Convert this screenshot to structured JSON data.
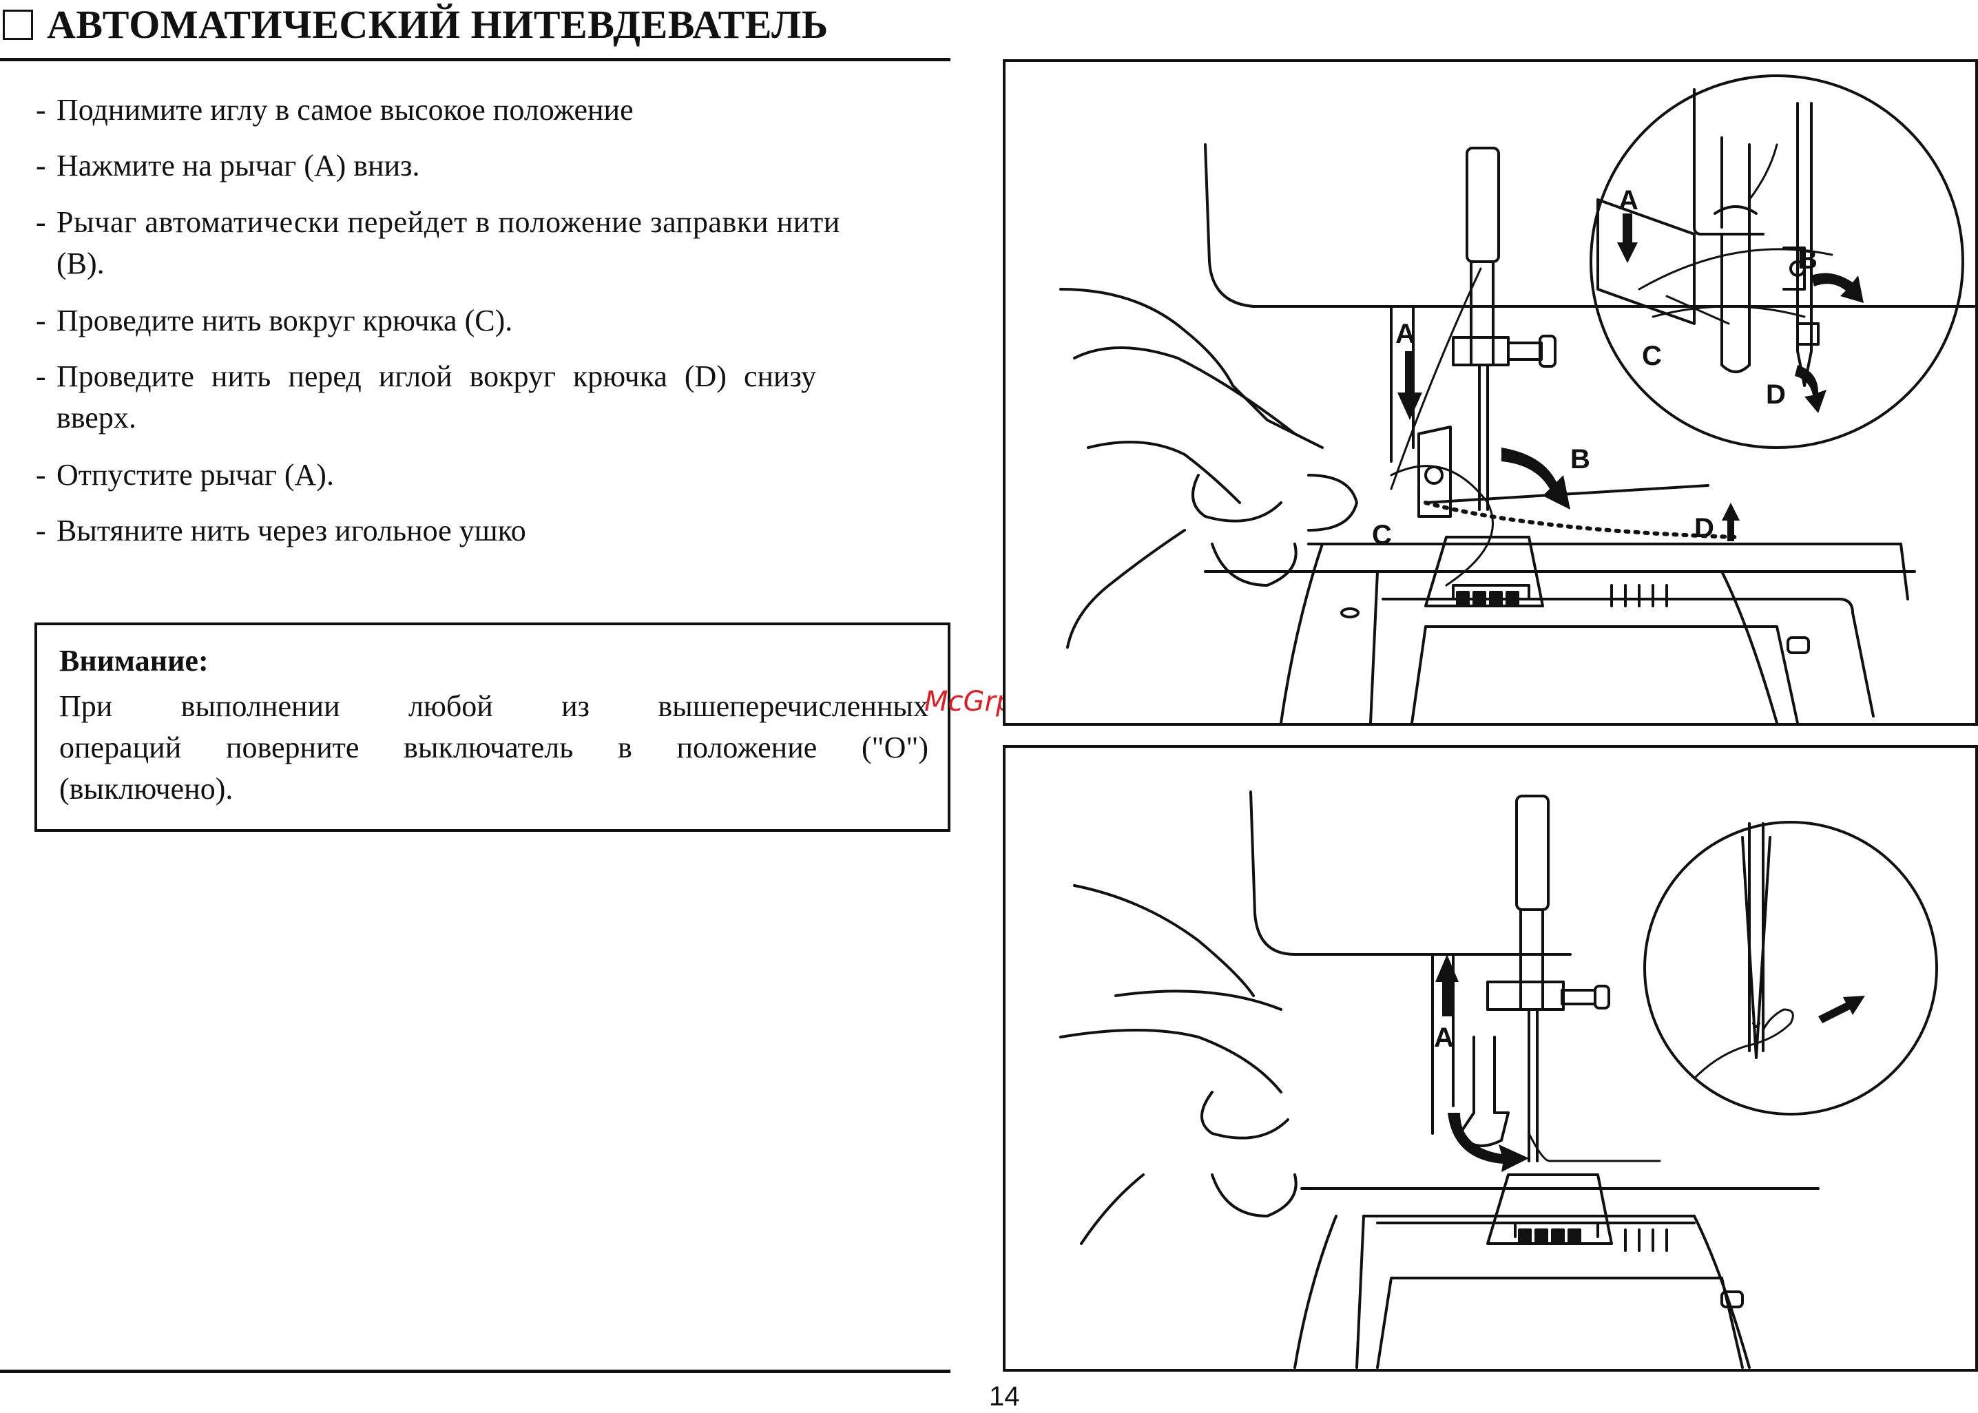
{
  "header": {
    "title": "АВТОМАТИЧЕСКИЙ НИТЕВДЕВАТЕЛЬ"
  },
  "steps": [
    {
      "text": "Поднимите иглу в самое высокое положение"
    },
    {
      "text": "Нажмите на рычаг (А) вниз."
    },
    {
      "text": "Рычаг автоматически перейдет в положение заправки нити",
      "cont": "(В)."
    },
    {
      "text": "Проведите нить вокруг крючка (С)."
    },
    {
      "text": "Проведите нить перед иглой вокруг крючка (D)  снизу",
      "cont": "вверх."
    },
    {
      "text": "Отпустите рычаг (А)."
    },
    {
      "text": "Вытяните нить через игольное ушко"
    }
  ],
  "notice": {
    "title": "Внимание:",
    "line1": "При выполнении любой из вышеперечисленных",
    "line2": "операций поверните выключатель в положение (\"О\")",
    "line3": "(выключено)."
  },
  "watermark": "McGrp.Ru",
  "figure_top": {
    "labels": {
      "a": "A",
      "b": "B",
      "c": "C",
      "d": "D"
    },
    "inset_labels": {
      "a": "A",
      "b": "B",
      "c": "C",
      "d": "D"
    }
  },
  "figure_bottom": {
    "labels": {
      "a": "A"
    }
  },
  "page_number": "14"
}
